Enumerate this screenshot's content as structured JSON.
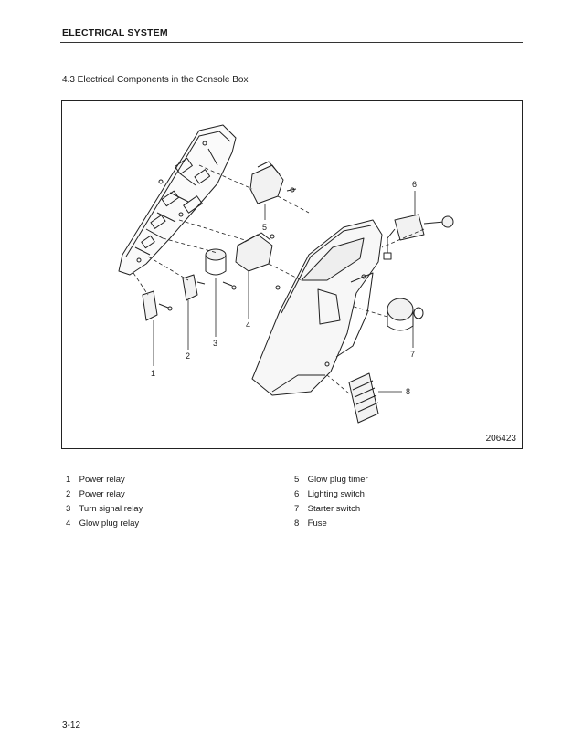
{
  "header": {
    "title": "ELECTRICAL SYSTEM"
  },
  "section": {
    "title": "4.3   Electrical Components in the Console Box"
  },
  "figure": {
    "number": "206423",
    "callouts": [
      "1",
      "2",
      "3",
      "4",
      "5",
      "6",
      "7",
      "8"
    ]
  },
  "legend": {
    "left": [
      {
        "num": "1",
        "label": "Power relay"
      },
      {
        "num": "2",
        "label": "Power relay"
      },
      {
        "num": "3",
        "label": "Turn signal relay"
      },
      {
        "num": "4",
        "label": "Glow plug relay"
      }
    ],
    "right": [
      {
        "num": "5",
        "label": "Glow plug timer"
      },
      {
        "num": "6",
        "label": "Lighting switch"
      },
      {
        "num": "7",
        "label": "Starter switch"
      },
      {
        "num": "8",
        "label": "Fuse"
      }
    ]
  },
  "footer": {
    "page_number": "3-12"
  }
}
